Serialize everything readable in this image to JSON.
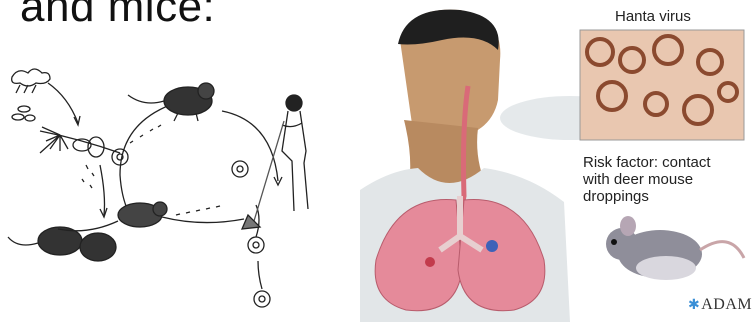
{
  "slide": {
    "heading": "and mice:"
  },
  "illustration": {
    "virus_label": "Hanta virus",
    "risk_label": "Risk factor: contact\nwith deer mouse\ndroppings",
    "brand": "ADAM"
  },
  "icons": {
    "brand_mark": "star-icon"
  }
}
